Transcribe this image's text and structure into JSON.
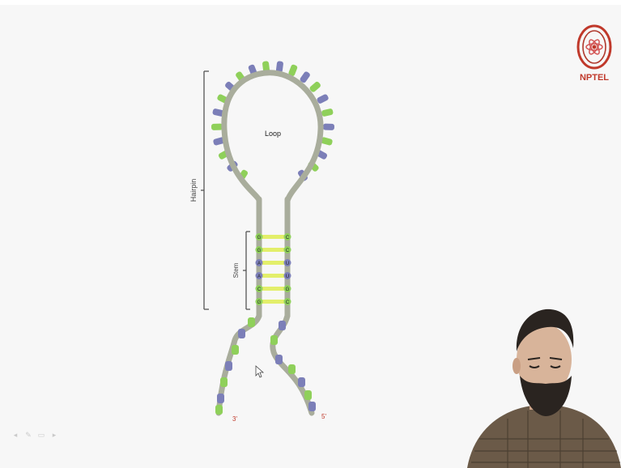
{
  "logo": {
    "text": "NPTEL",
    "color": "#c0392b"
  },
  "diagram": {
    "labels": {
      "loop": "Loop",
      "hairpin": "Hairpin",
      "stem": "Stem",
      "end_left": "3'",
      "end_right": "5'"
    },
    "base_pairs": [
      {
        "left": "G",
        "right": "C"
      },
      {
        "left": "G",
        "right": "C"
      },
      {
        "left": "A",
        "right": "U"
      },
      {
        "left": "A",
        "right": "U"
      },
      {
        "left": "C",
        "right": "G"
      },
      {
        "left": "G",
        "right": "C"
      }
    ],
    "colors": {
      "backbone": "#a9ad9c",
      "green_base": "#8fd05a",
      "blue_base": "#7c7fb8",
      "pair_fill": "#e3ef6a",
      "end_label": "#c0392b"
    }
  },
  "toolbar": {
    "icons": [
      "back-icon",
      "pen-icon",
      "slide-icon",
      "forward-icon"
    ],
    "glyphs": [
      "◂",
      "✎",
      "▭",
      "▸"
    ]
  },
  "presenter": {
    "skin": "#d8b49a",
    "hair": "#2a2420",
    "shirt": "#6b5a48"
  }
}
